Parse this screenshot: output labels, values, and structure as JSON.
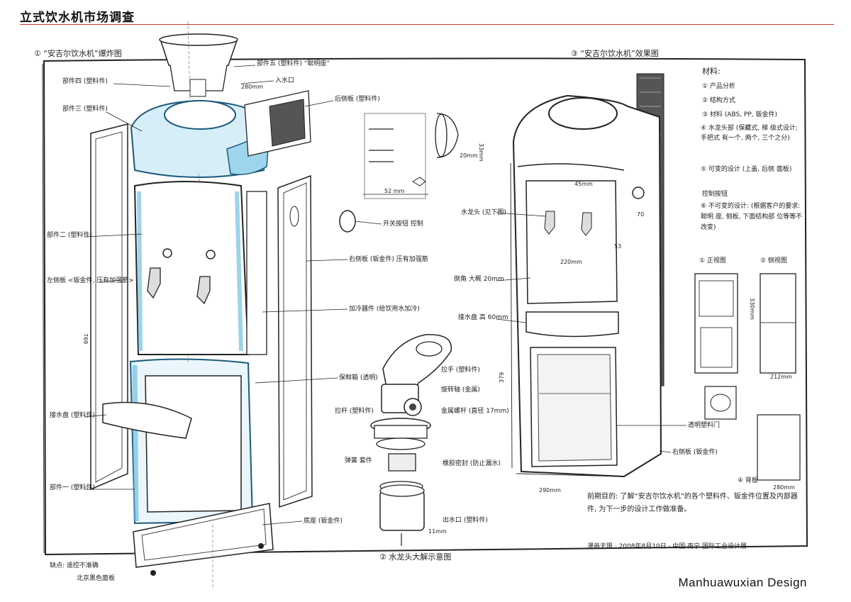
{
  "header": {
    "title": "立式饮水机市场调查"
  },
  "footer": {
    "brand": "Manhuawuxian  Design"
  },
  "sheet": {
    "fig1_title": "① “安吉尔饮水机”爆炸图",
    "fig2_title": "② 水龙头大解示意图",
    "fig3_title": "③ “安吉尔饮水机”效果图",
    "callouts_left": [
      "部件四 (塑料件)",
      "部件三 (塑料件)",
      "部件二 (塑料件)",
      "左侧板 <钣金件, 压有加强筋>",
      "接水盘 (塑料件)",
      "部件一 (塑料件)"
    ],
    "callouts_right": [
      "部件五 (塑料件) “聪明座”",
      "入水口",
      "后侧板 (塑料件)",
      "开关按钮 控制",
      "右侧板 (钣金件) 压有加强筋",
      "加冷器件 (给饮用水加冷)",
      "保鲜箱 (透明)",
      "底座 (钣金件)"
    ],
    "faucet_labels": [
      "拉手 (塑料件)",
      "旋转轴 (金属)",
      "拉杆 (塑料件)",
      "金属螺杆 (直径 17mm)",
      "弹簧 套件",
      "橡胶密封 (防止漏水)",
      "出水口 (塑料件)"
    ],
    "render_labels": [
      "水龙头 (见下图)",
      "倒角 大概 20mm",
      "接水盘 高 60mm",
      "透明塑料门",
      "右侧板 (钣金件)",
      "④ 背板"
    ],
    "analysis": [
      "材料:",
      "① 产品分析",
      "② 结构方式",
      "③ 材料 (ABS, PP, 钣金件)",
      "④ 水龙头部 (保藏式, 梯 级式设计; 手把式 有一个, 两个, 三个之分)",
      "⑤ 可变的设计 (上盖, 后侧 面板)",
      "控制按钮",
      "⑥ 不可变的设计: (根据客户的要求: 聪明 座, 侧板, 下面结构部 位等等不改变)"
    ],
    "views": [
      "① 正视图",
      "② 侧视图"
    ],
    "dims": [
      "280mm",
      "52 mm",
      "33mm",
      "20mm",
      "45mm",
      "70",
      "53",
      "220mm",
      "290mm",
      "212mm",
      "330mm",
      "280mm",
      "769",
      "379",
      "11mm"
    ],
    "purpose": "前期目的: 了解“安吉尔饮水机”的各个塑料件、钣金件位置及内部器件, 为下一步的设计工作做准备。",
    "signature": "漫画无限 · 2008年8月10日 · 中国·南宁 国际工业设计展",
    "notes_bottom": [
      "缺点: 遥控不准确",
      "北京黑色面板"
    ]
  }
}
